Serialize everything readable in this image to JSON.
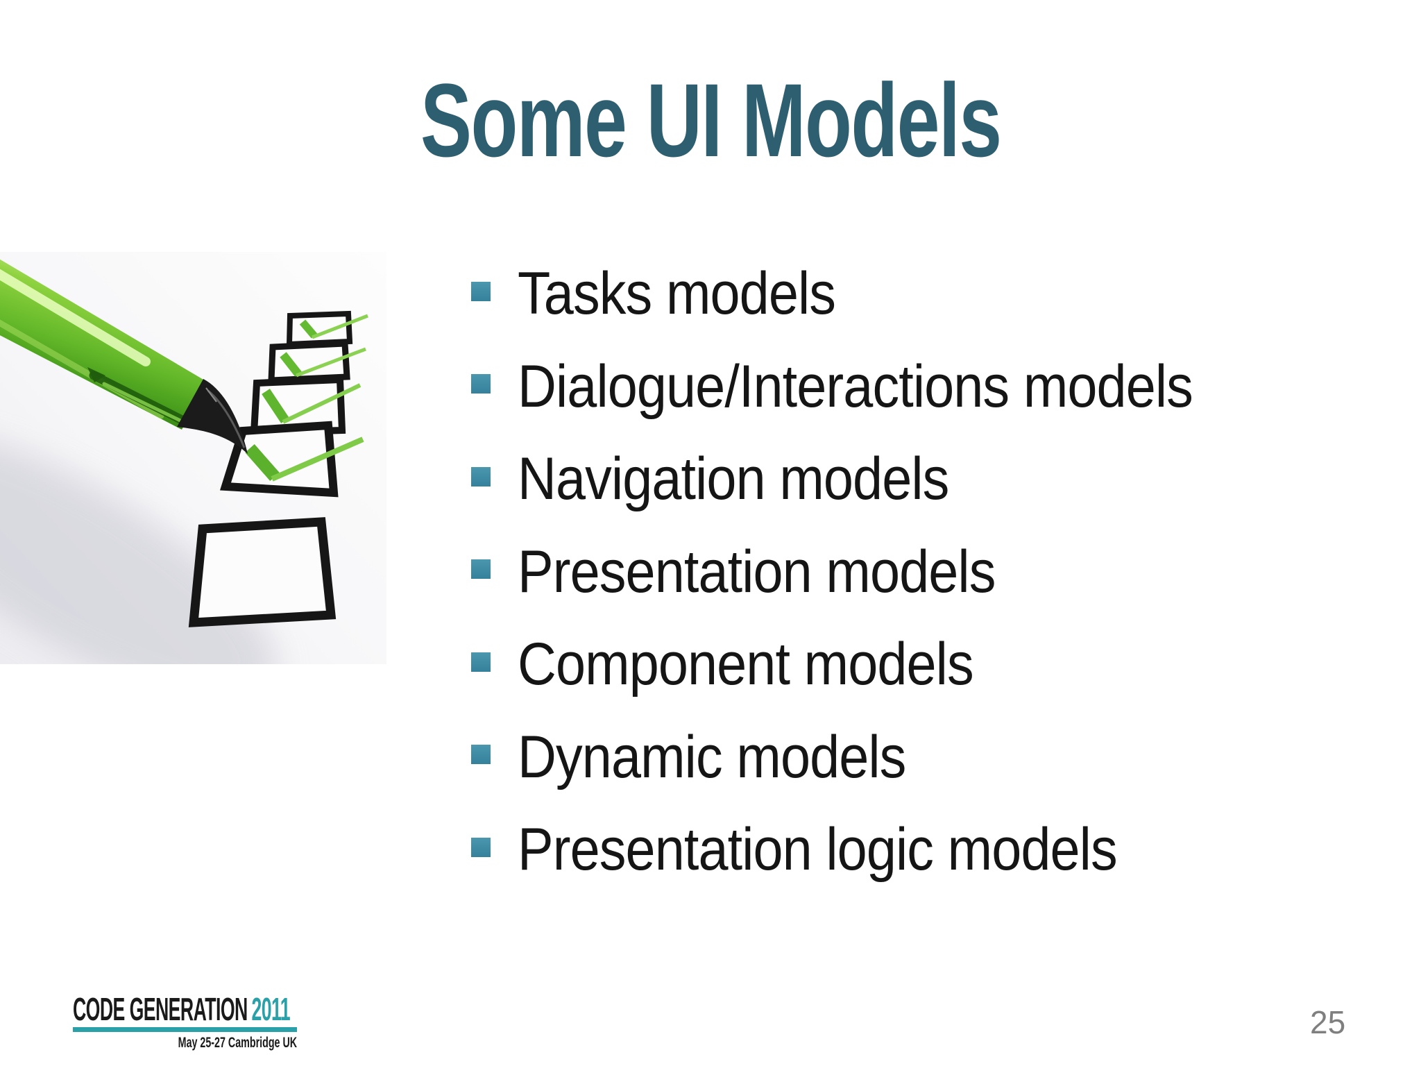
{
  "slide": {
    "title": "Some UI Models",
    "bullets": [
      "Tasks models",
      "Dialogue/Interactions models",
      "Navigation models",
      "Presentation models",
      "Component models",
      "Dynamic models",
      "Presentation logic models"
    ],
    "page_number": "25"
  },
  "footer_logo": {
    "name": "CODE GENERATION",
    "year": "2011",
    "tagline": "May 25-27 Cambridge UK"
  },
  "checklist_image": {
    "description": "Green pen ticking a checklist; four checkboxes with green check marks, one empty checkbox",
    "checked_boxes": 4,
    "empty_boxes": 1
  },
  "colors": {
    "title": "#2D5F70",
    "bullet_square": "#3C89A2",
    "body_text": "#151515",
    "logo_text": "#1A1A1A",
    "logo_accent": "#2AA0A8",
    "page_number": "#7F7F7F",
    "check_green": "#6FC33B",
    "pen_green": "#64B82A"
  }
}
